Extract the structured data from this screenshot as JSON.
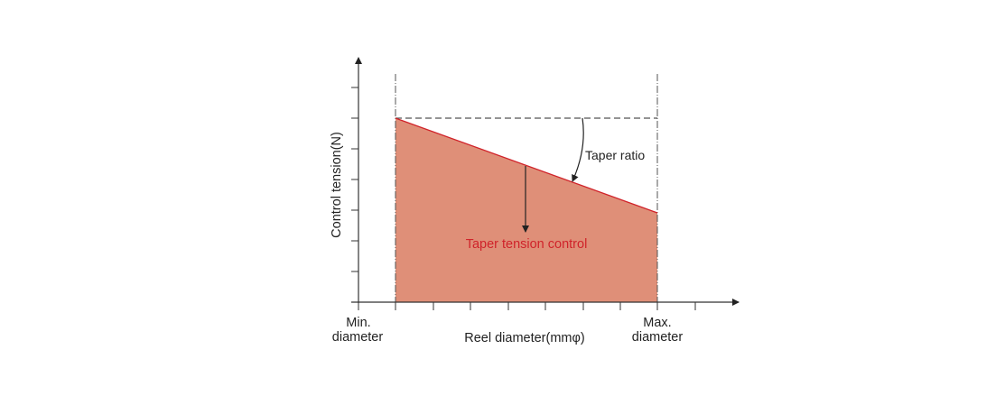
{
  "diagram": {
    "y_axis_label": "Control tension(N)",
    "x_axis_label": "Reel diameter(mmφ)",
    "min_label_line1": "Min.",
    "min_label_line2": "diameter",
    "max_label_line1": "Max.",
    "max_label_line2": "diameter",
    "taper_ratio_label": "Taper ratio",
    "taper_control_label": "Taper tension control",
    "colors": {
      "fill": "#df8f78",
      "line": "#d0232a",
      "text_red": "#d0232a",
      "axis": "#333333"
    }
  }
}
